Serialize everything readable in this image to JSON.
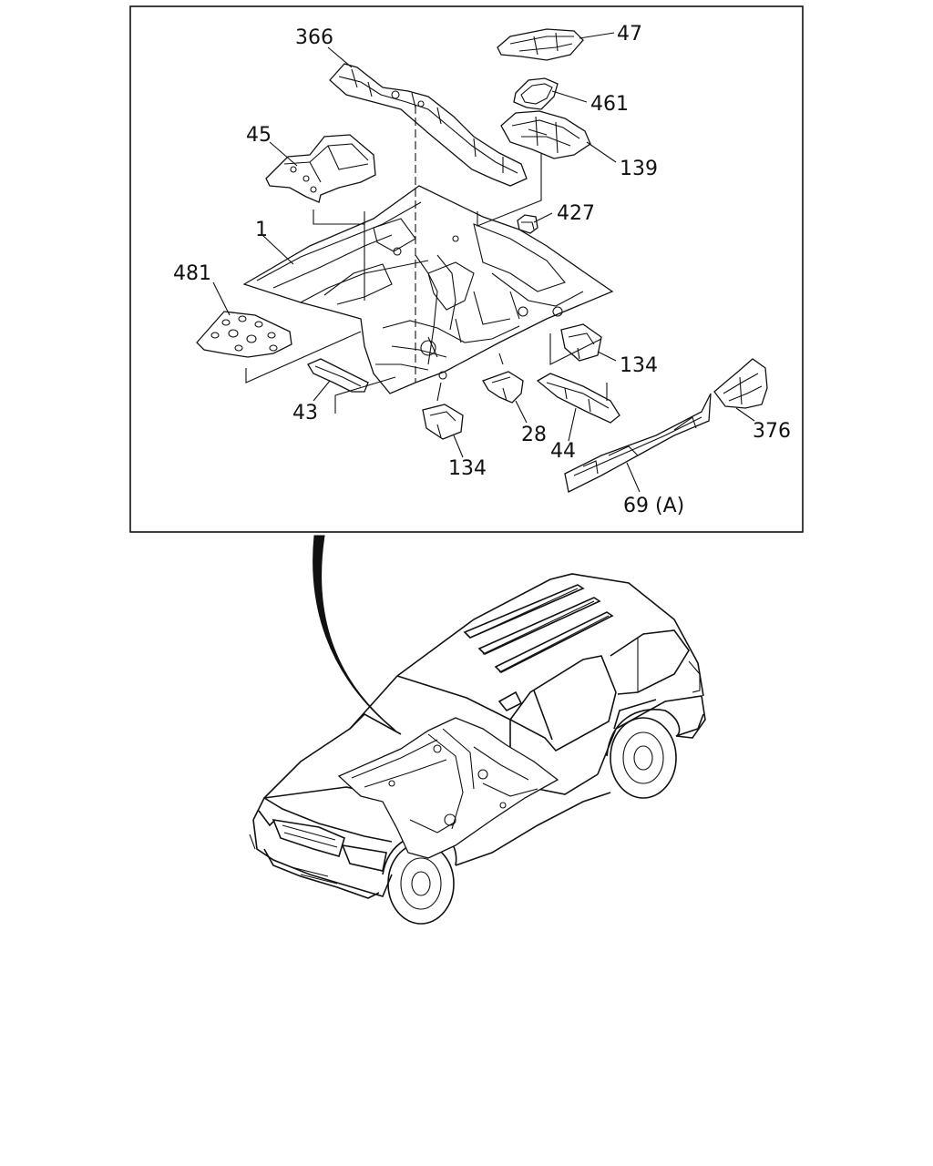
{
  "callouts": {
    "p366": "366",
    "p47": "47",
    "p461": "461",
    "p45": "45",
    "p139": "139",
    "p427": "427",
    "p1": "1",
    "p481": "481",
    "p134a": "134",
    "p43": "43",
    "p28": "28",
    "p44": "44",
    "p376": "376",
    "p134b": "134",
    "p69": "69 (A)"
  }
}
